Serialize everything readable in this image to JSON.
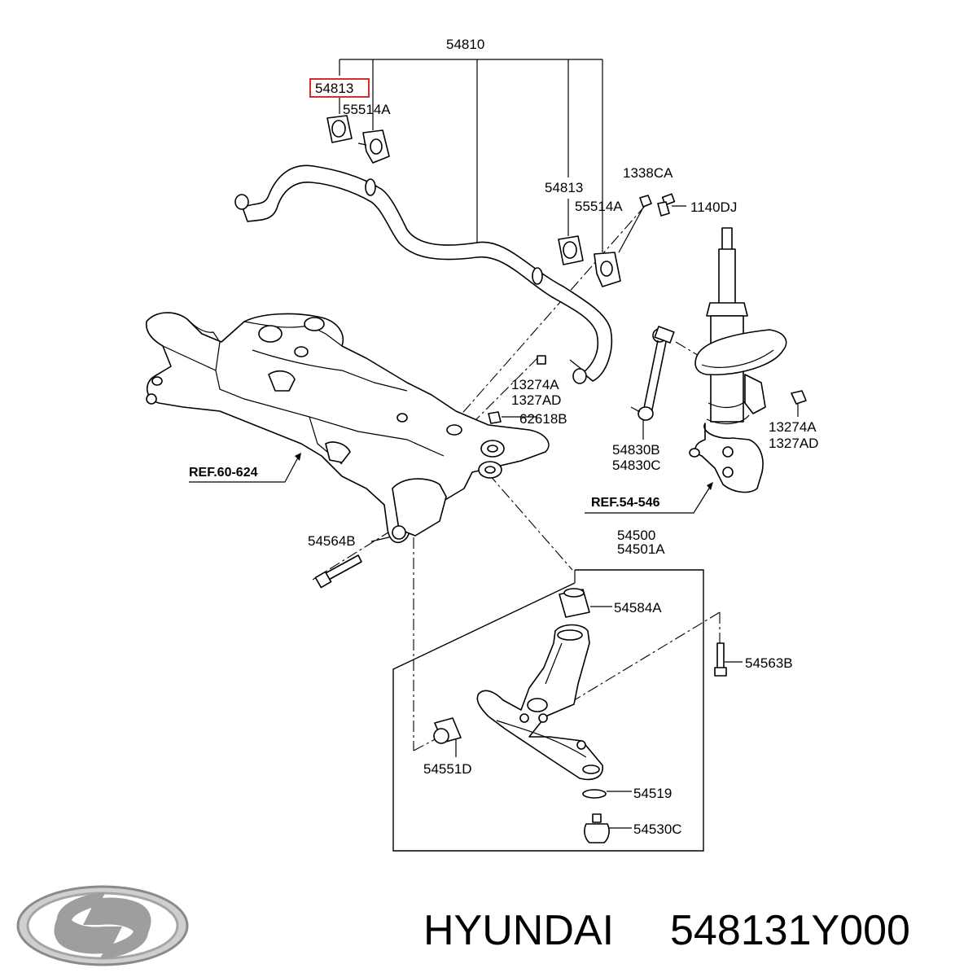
{
  "diagram": {
    "callouts": {
      "stabilizer_bar_assy": "54810",
      "bushing_left": "54813",
      "clamp_left": "55514A",
      "bushing_right": "54813",
      "clamp_right": "55514A",
      "nut_top": "1338CA",
      "bolt_top": "1140DJ",
      "nut_mid_a": "13274A",
      "nut_mid_b": "1327AD",
      "nut_right_a": "13274A",
      "nut_right_b": "1327AD",
      "nut_crossmember": "62618B",
      "link_a": "54830B",
      "link_b": "54830C",
      "bolt_left": "54564B",
      "arm_assy_a": "54500",
      "arm_assy_b": "54501A",
      "bushing_arm": "54584A",
      "bolt_right": "54563B",
      "bushing_front": "54551D",
      "ring": "54519",
      "ball_joint": "54530C"
    },
    "refs": {
      "crossmember": "REF.60-624",
      "strut": "REF.54-546"
    }
  },
  "footer": {
    "brand": "HYUNDAI",
    "part_number": "548131Y000"
  },
  "colors": {
    "highlight": "#d32f2f",
    "logo": "#9e9e9e"
  },
  "icons": {
    "logo": "hyundai-logo-icon"
  }
}
